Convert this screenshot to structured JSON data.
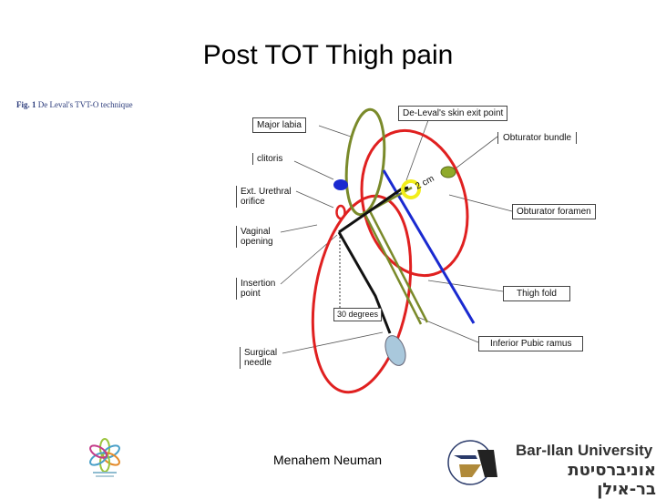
{
  "slide": {
    "title": "Post TOT Thigh pain",
    "author": "Menahem Neuman"
  },
  "figure": {
    "caption_bold": "Fig. 1",
    "caption_rest": "De Leval's TVT-O technique",
    "labels": {
      "major_labia": "Major labia",
      "clitoris": "clitoris",
      "ext_urethral": "Ext. Urethral orifice",
      "vaginal_opening": "Vaginal opening",
      "insertion_point": "Insertion point",
      "surgical_needle": "Surgical needle",
      "skin_exit": "De-Leval's skin exit point",
      "obturator_bundle": "Obturator bundle",
      "obturator_foramen": "Obturator foramen",
      "thigh_fold": "Thigh fold",
      "inferior_pubic_ramus": "Inferior Pubic ramus",
      "two_cm": "2 cm",
      "thirty_degrees": "30 degrees"
    },
    "colors": {
      "red": "#e02020",
      "olive": "#7a8a2a",
      "blue": "#1a2ad0",
      "yellow": "#f2ee1a",
      "needle": "#a9c8dc"
    }
  },
  "logos": {
    "university_name": "Bar-Ilan University",
    "university_hebrew": "אוניברסיטת בר-אילן"
  }
}
